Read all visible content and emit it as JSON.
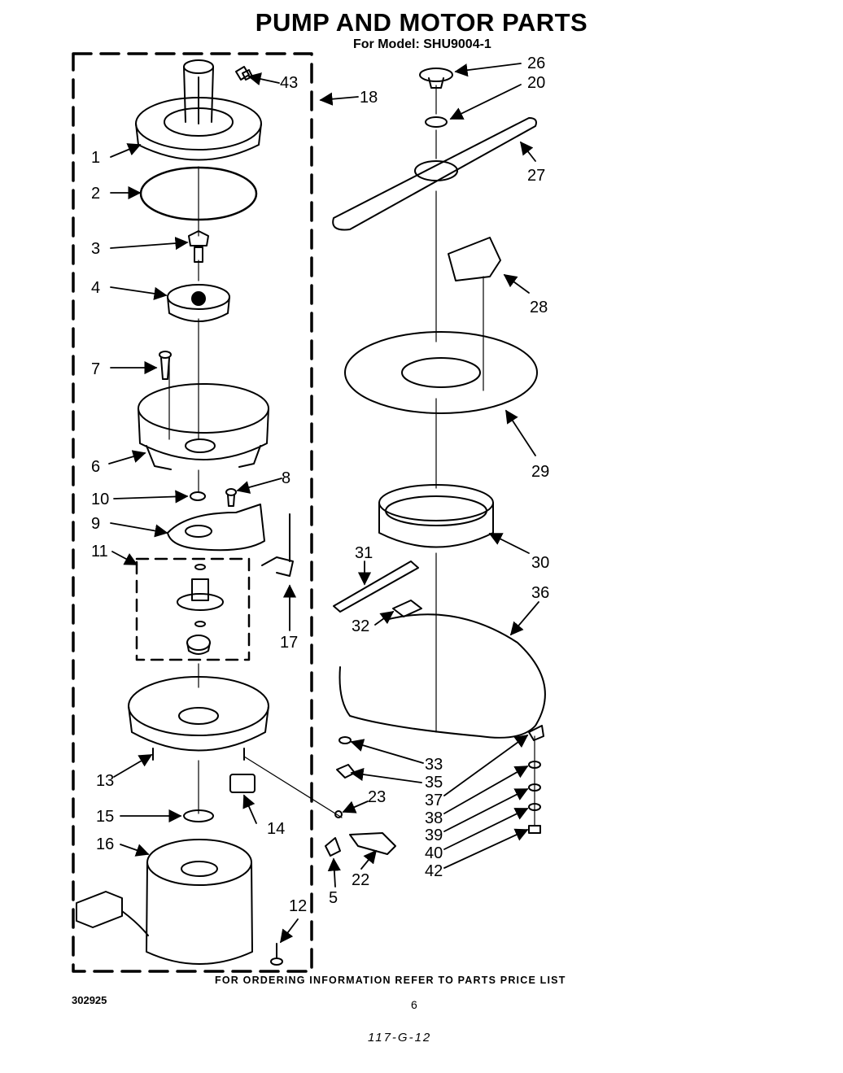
{
  "title": "PUMP AND MOTOR PARTS",
  "subtitle": "For Model: SHU9004-1",
  "footer_note": "FOR ORDERING INFORMATION REFER TO PARTS PRICE LIST",
  "doc_number": "302925",
  "page_number": "6",
  "handwritten_note": "117-G-12",
  "callouts": {
    "c1": "1",
    "c2": "2",
    "c3": "3",
    "c4": "4",
    "c5": "5",
    "c6": "6",
    "c7": "7",
    "c8": "8",
    "c9": "9",
    "c10": "10",
    "c11": "11",
    "c12": "12",
    "c13": "13",
    "c14": "14",
    "c15": "15",
    "c16": "16",
    "c17": "17",
    "c18": "18",
    "c20": "20",
    "c22": "22",
    "c23": "23",
    "c26": "26",
    "c27": "27",
    "c28": "28",
    "c29": "29",
    "c30": "30",
    "c31": "31",
    "c32": "32",
    "c33": "33",
    "c35": "35",
    "c36": "36",
    "c37": "37",
    "c38": "38",
    "c39": "39",
    "c40": "40",
    "c42": "42",
    "c43": "43"
  }
}
